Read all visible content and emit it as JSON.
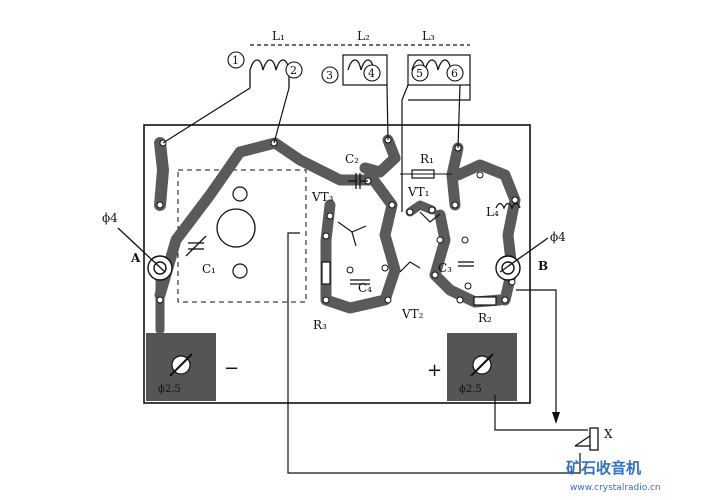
{
  "coil_labels": {
    "l1": "L₁",
    "l2": "L₂",
    "l3": "L₃",
    "l4": "L₄"
  },
  "terminals": {
    "t1": "1",
    "t2": "2",
    "t3": "3",
    "t4": "4",
    "t5": "5",
    "t6": "6"
  },
  "components": {
    "c1": "C₁",
    "c2": "C₂",
    "c3": "C₃",
    "c4": "C₄",
    "r1": "R₁",
    "r2": "R₂",
    "r3": "R₃",
    "vt1": "VT₁",
    "vt2": "VT₂",
    "vt3": "VT₃"
  },
  "mount_points": {
    "a": "A",
    "b": "B",
    "hole_left": "ϕ4",
    "hole_right": "ϕ4"
  },
  "battery_pads": {
    "left_size": "ϕ2.5",
    "right_size": "ϕ2.5",
    "minus": "−",
    "plus": "+"
  },
  "output": {
    "x": "X"
  },
  "watermark": {
    "cn": "矿石收音机",
    "url": "www.crystalradio.cn",
    "color": "#2f6fc8"
  }
}
